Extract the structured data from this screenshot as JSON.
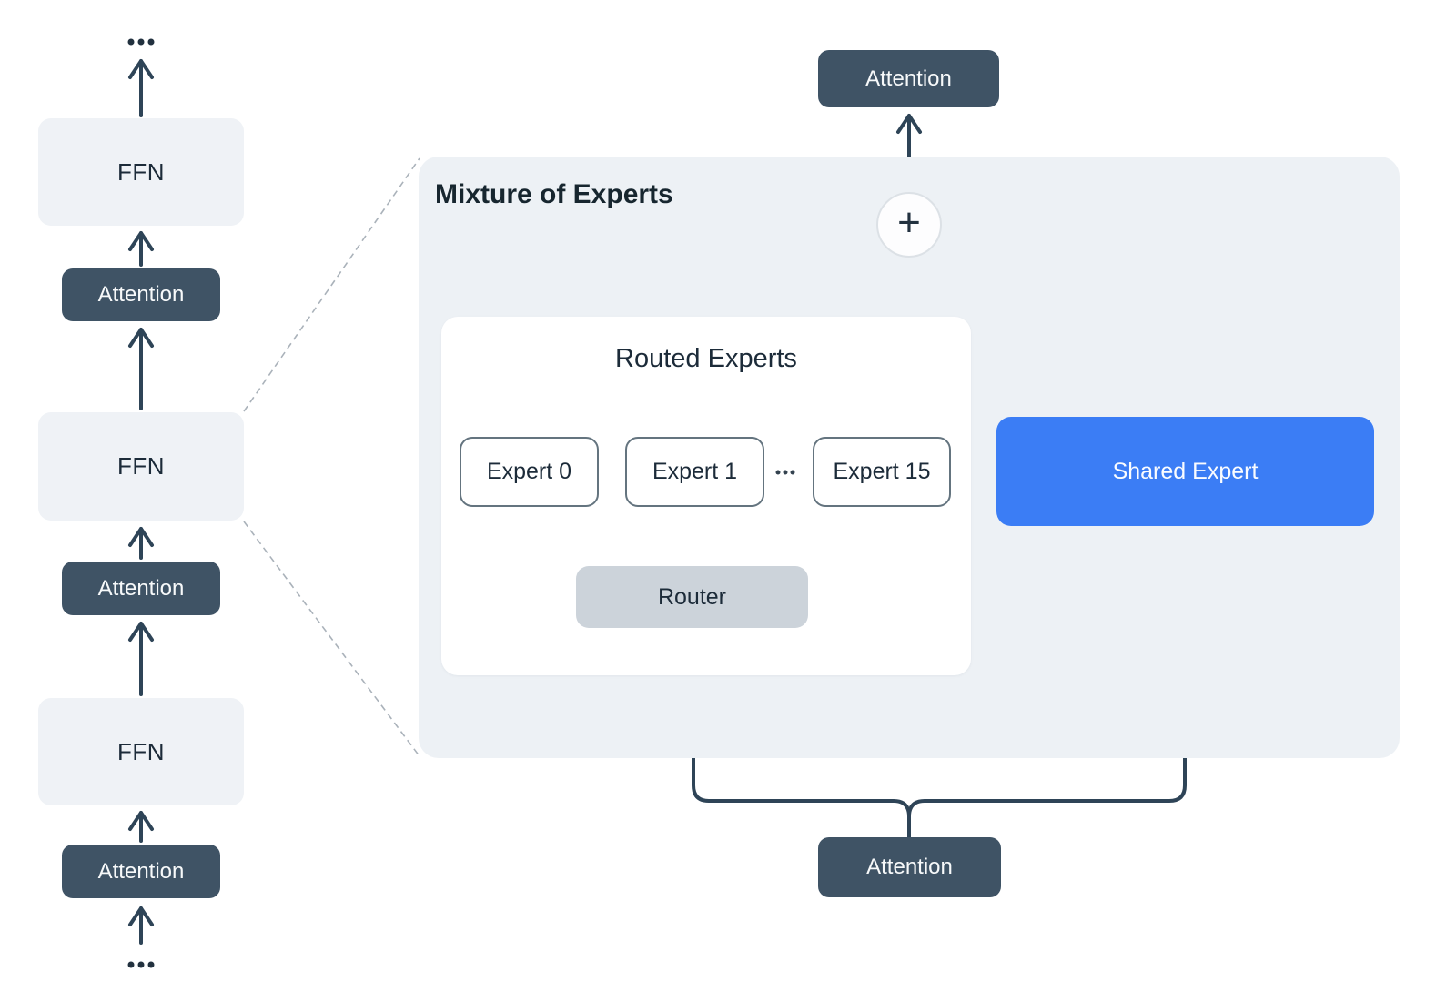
{
  "left_column": {
    "items": [
      {
        "label": "FFN"
      },
      {
        "label": "Attention"
      },
      {
        "label": "FFN"
      },
      {
        "label": "Attention"
      },
      {
        "label": "FFN"
      },
      {
        "label": "Attention"
      }
    ]
  },
  "moe": {
    "title": "Mixture of Experts",
    "attention_top_label": "Attention",
    "attention_bottom_label": "Attention",
    "sum_symbol": "+",
    "routed_experts": {
      "title": "Routed Experts",
      "experts": [
        {
          "label": "Expert 0"
        },
        {
          "label": "Expert 1"
        },
        {
          "label": "Expert 15"
        }
      ],
      "router_label": "Router"
    },
    "shared_expert_label": "Shared Expert"
  },
  "icons": {
    "ellipsis_top": "ellipsis-icon",
    "ellipsis_bottom": "ellipsis-icon",
    "ellipsis_experts": "ellipsis-icon",
    "sum_node": "plus-icon",
    "arrows": "chevron-up-arrow"
  },
  "colors": {
    "attention_box": "#3f5365",
    "ffn_box": "#eff2f6",
    "moe_surface": "#edf1f5",
    "routed_box": "#ffffff",
    "router_box": "#ccd3da",
    "shared_expert_blue": "#3b7df5",
    "expert_border": "#64747f",
    "connector_line": "#2e4457",
    "dashed_line": "#aab2ba",
    "text_dark": "#1c2b39",
    "text_light": "#f7f9fa"
  }
}
